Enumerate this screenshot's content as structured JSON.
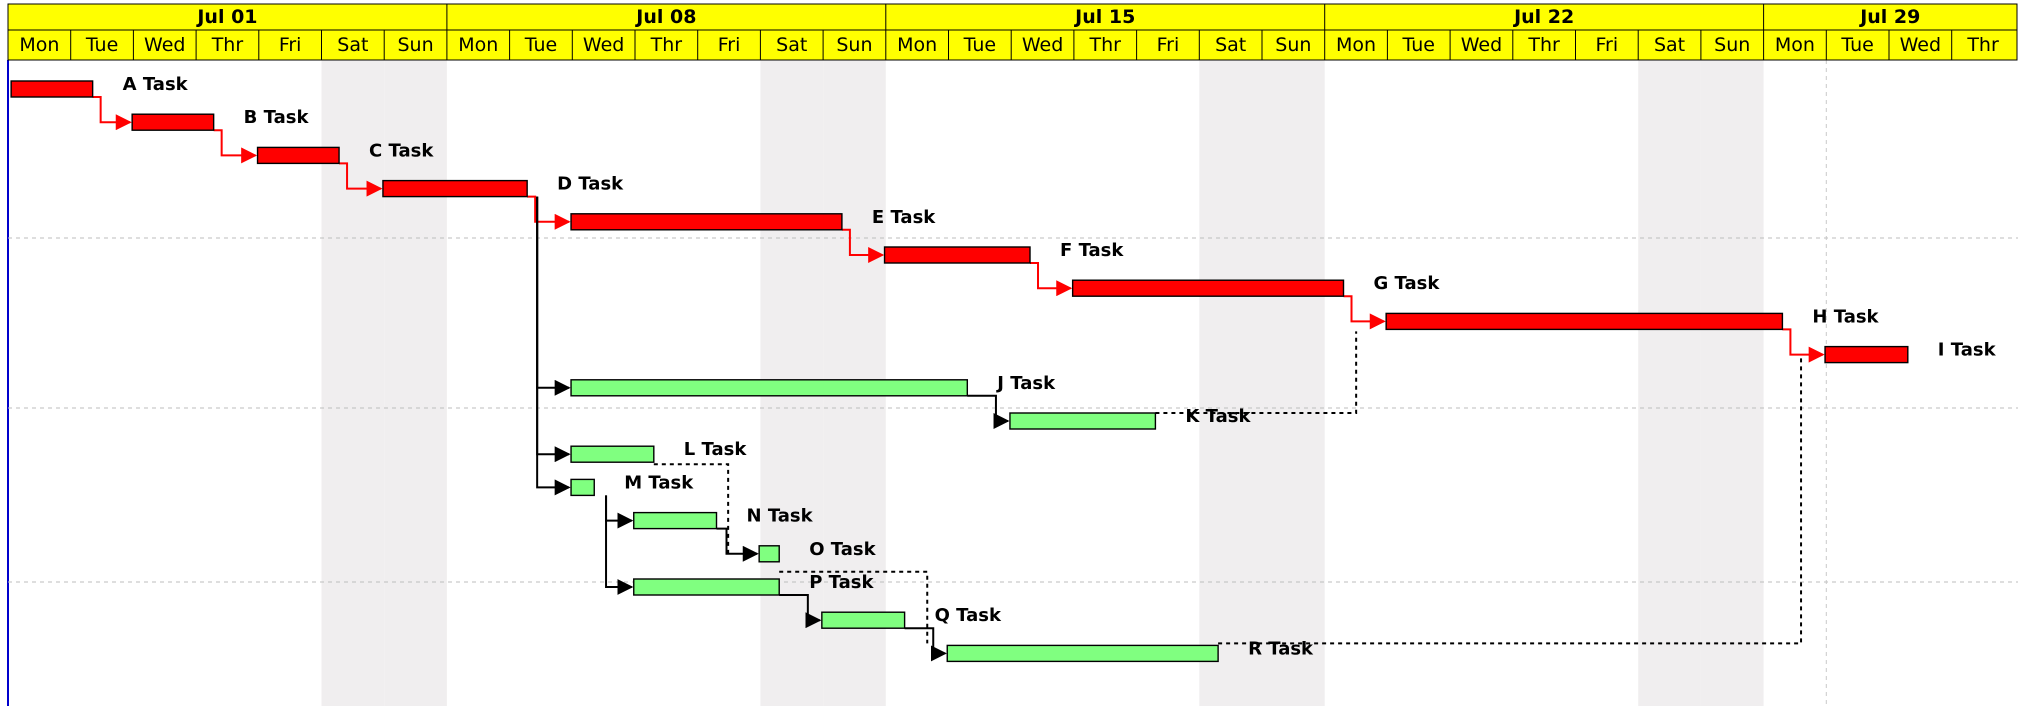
{
  "chart_data": {
    "type": "gantt",
    "timeline": {
      "weeks": [
        "Jul 01",
        "Jul 08",
        "Jul 15",
        "Jul 22",
        "Jul 29"
      ],
      "days": [
        "Mon",
        "Tue",
        "Wed",
        "Thr",
        "Fri",
        "Sat",
        "Sun",
        "Mon",
        "Tue",
        "Wed",
        "Thr",
        "Fri",
        "Sat",
        "Sun",
        "Mon",
        "Tue",
        "Wed",
        "Thr",
        "Fri",
        "Sat",
        "Sun",
        "Mon",
        "Tue",
        "Wed",
        "Thr",
        "Fri",
        "Sat",
        "Sun",
        "Mon",
        "Tue",
        "Wed",
        "Thr"
      ]
    },
    "colors": {
      "header_fill": "#ffff00",
      "weekend_fill": "#f0eeef",
      "critical_task": "#ff0000",
      "normal_task": "#80ff80",
      "critical_link": "#ff0000",
      "normal_link": "#000000",
      "grid_line": "#bdbdbd",
      "left_border": "#0000cc"
    },
    "tasks": [
      {
        "id": "A",
        "label": "A Task",
        "start_day": 0.05,
        "end_day": 1.35,
        "row": 0,
        "color": "#ff0000"
      },
      {
        "id": "B",
        "label": "B Task",
        "start_day": 1.98,
        "end_day": 3.28,
        "row": 1,
        "color": "#ff0000"
      },
      {
        "id": "C",
        "label": "C Task",
        "start_day": 3.98,
        "end_day": 5.28,
        "row": 2,
        "color": "#ff0000"
      },
      {
        "id": "D",
        "label": "D Task",
        "start_day": 5.98,
        "end_day": 8.28,
        "row": 3,
        "color": "#ff0000"
      },
      {
        "id": "E",
        "label": "E Task",
        "start_day": 8.98,
        "end_day": 13.3,
        "row": 4,
        "color": "#ff0000"
      },
      {
        "id": "F",
        "label": "F Task",
        "start_day": 13.98,
        "end_day": 16.3,
        "row": 5,
        "color": "#ff0000"
      },
      {
        "id": "G",
        "label": "G Task",
        "start_day": 16.98,
        "end_day": 21.3,
        "row": 6,
        "color": "#ff0000"
      },
      {
        "id": "H",
        "label": "H Task",
        "start_day": 21.98,
        "end_day": 28.3,
        "row": 7,
        "color": "#ff0000"
      },
      {
        "id": "I",
        "label": "I Task",
        "start_day": 28.98,
        "end_day": 30.3,
        "row": 8,
        "color": "#ff0000"
      },
      {
        "id": "J",
        "label": "J Task",
        "start_day": 8.98,
        "end_day": 15.3,
        "row": 9,
        "color": "#80ff80"
      },
      {
        "id": "K",
        "label": "K Task",
        "start_day": 15.98,
        "end_day": 18.3,
        "row": 10,
        "color": "#80ff80"
      },
      {
        "id": "L",
        "label": "L Task",
        "start_day": 8.98,
        "end_day": 10.3,
        "row": 11,
        "color": "#80ff80"
      },
      {
        "id": "M",
        "label": "M Task",
        "start_day": 8.98,
        "end_day": 9.35,
        "row": 12,
        "color": "#80ff80"
      },
      {
        "id": "N",
        "label": "N Task",
        "start_day": 9.98,
        "end_day": 11.3,
        "row": 13,
        "color": "#80ff80"
      },
      {
        "id": "O",
        "label": "O Task",
        "start_day": 11.98,
        "end_day": 12.3,
        "row": 14,
        "color": "#80ff80"
      },
      {
        "id": "P",
        "label": "P Task",
        "start_day": 9.98,
        "end_day": 12.3,
        "row": 15,
        "color": "#80ff80"
      },
      {
        "id": "Q",
        "label": "Q Task",
        "start_day": 12.98,
        "end_day": 14.3,
        "row": 16,
        "color": "#80ff80"
      },
      {
        "id": "R",
        "label": "R Task",
        "start_day": 14.98,
        "end_day": 19.3,
        "row": 17,
        "color": "#80ff80"
      }
    ],
    "dependencies": [
      {
        "from": "A",
        "to": "B",
        "kind": "critical",
        "style": "solid"
      },
      {
        "from": "B",
        "to": "C",
        "kind": "critical",
        "style": "solid"
      },
      {
        "from": "C",
        "to": "D",
        "kind": "critical",
        "style": "solid"
      },
      {
        "from": "D",
        "to": "E",
        "kind": "critical",
        "style": "solid"
      },
      {
        "from": "E",
        "to": "F",
        "kind": "critical",
        "style": "solid"
      },
      {
        "from": "F",
        "to": "G",
        "kind": "critical",
        "style": "solid"
      },
      {
        "from": "G",
        "to": "H",
        "kind": "critical",
        "style": "solid"
      },
      {
        "from": "H",
        "to": "I",
        "kind": "critical",
        "style": "solid"
      },
      {
        "from": "D",
        "to": "J",
        "kind": "normal",
        "style": "solid"
      },
      {
        "from": "D",
        "to": "L",
        "kind": "normal",
        "style": "solid"
      },
      {
        "from": "D",
        "to": "M",
        "kind": "normal",
        "style": "solid"
      },
      {
        "from": "J",
        "to": "K",
        "kind": "normal",
        "style": "solid"
      },
      {
        "from": "K",
        "to": "H",
        "kind": "normal",
        "style": "dashed"
      },
      {
        "from": "L",
        "to": "O",
        "kind": "normal",
        "style": "dashed"
      },
      {
        "from": "M",
        "to": "N",
        "kind": "normal",
        "style": "solid"
      },
      {
        "from": "M",
        "to": "P",
        "kind": "normal",
        "style": "solid"
      },
      {
        "from": "N",
        "to": "O",
        "kind": "normal",
        "style": "solid"
      },
      {
        "from": "O",
        "to": "R",
        "kind": "normal",
        "style": "dashed"
      },
      {
        "from": "P",
        "to": "Q",
        "kind": "normal",
        "style": "solid"
      },
      {
        "from": "Q",
        "to": "R",
        "kind": "normal",
        "style": "solid"
      },
      {
        "from": "R",
        "to": "I",
        "kind": "normal",
        "style": "dashed"
      }
    ],
    "grid": true,
    "legend": "none"
  }
}
